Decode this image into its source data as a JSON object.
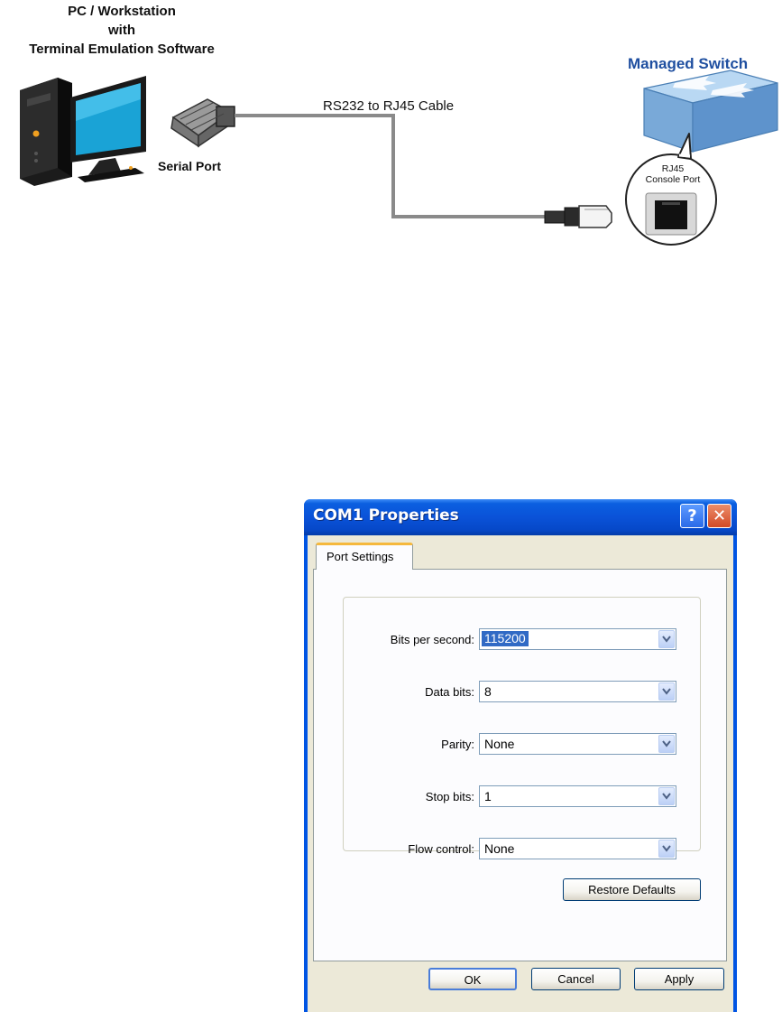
{
  "diagram": {
    "pc_title_lines": [
      "PC / Workstation",
      "with",
      "Terminal Emulation Software"
    ],
    "serial_port_label": "Serial Port",
    "cable_label": "RS232 to RJ45 Cable",
    "switch_title": "Managed Switch",
    "console_port_lines": [
      "RJ45",
      "Console Port"
    ],
    "icons": [
      "desktop-pc-icon",
      "db9-connector-icon",
      "rj45-plug-icon",
      "network-switch-icon",
      "rj45-port-icon"
    ],
    "colors": {
      "switch_title": "#1f4fa0",
      "switch_body": "#8fb8e0",
      "cable": "#8a8a8a"
    }
  },
  "dialog": {
    "title": "COM1 Properties",
    "help_glyph": "?",
    "close_glyph": "✕",
    "tab_label": "Port Settings",
    "fields": [
      {
        "label": "Bits per second:",
        "value": "115200",
        "selected": true
      },
      {
        "label": "Data bits:",
        "value": "8"
      },
      {
        "label": "Parity:",
        "value": "None"
      },
      {
        "label": "Stop bits:",
        "value": "1"
      },
      {
        "label": "Flow control:",
        "value": "None"
      }
    ],
    "restore_defaults_label": "Restore Defaults",
    "ok_label": "OK",
    "cancel_label": "Cancel",
    "apply_label": "Apply",
    "colors": {
      "titlebar": "#0a52d8",
      "client_bg": "#ece9d8",
      "selection": "#316ac5",
      "tab_accent": "#f5b83d"
    }
  }
}
